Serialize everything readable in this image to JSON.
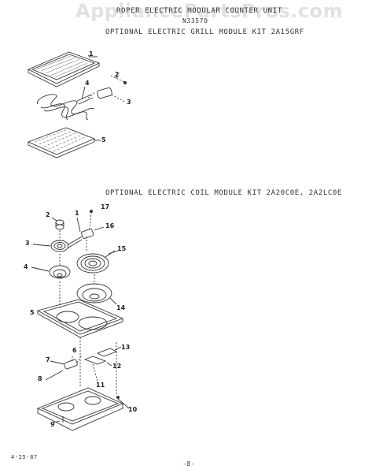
{
  "watermark": "AppliancePartsPros.com",
  "header": {
    "title": "ROPER ELECTRIC MODULAR COUNTER UNIT",
    "model": "N33570",
    "grill_kit": "OPTIONAL ELECTRIC GRILL MODULE KIT 2A15GRF",
    "coil_kit": "OPTIONAL ELECTRIC COIL MODULE KIT 2A20C0E, 2A2LC0E"
  },
  "grill_labels": [
    "1",
    "2",
    "3",
    "4",
    "5"
  ],
  "coil_labels": [
    "1",
    "2",
    "3",
    "4",
    "5",
    "6",
    "7",
    "8",
    "9",
    "10",
    "11",
    "12",
    "13",
    "14",
    "15",
    "16",
    "17"
  ],
  "footer": {
    "date": "4-25-87",
    "page": "-8-"
  }
}
